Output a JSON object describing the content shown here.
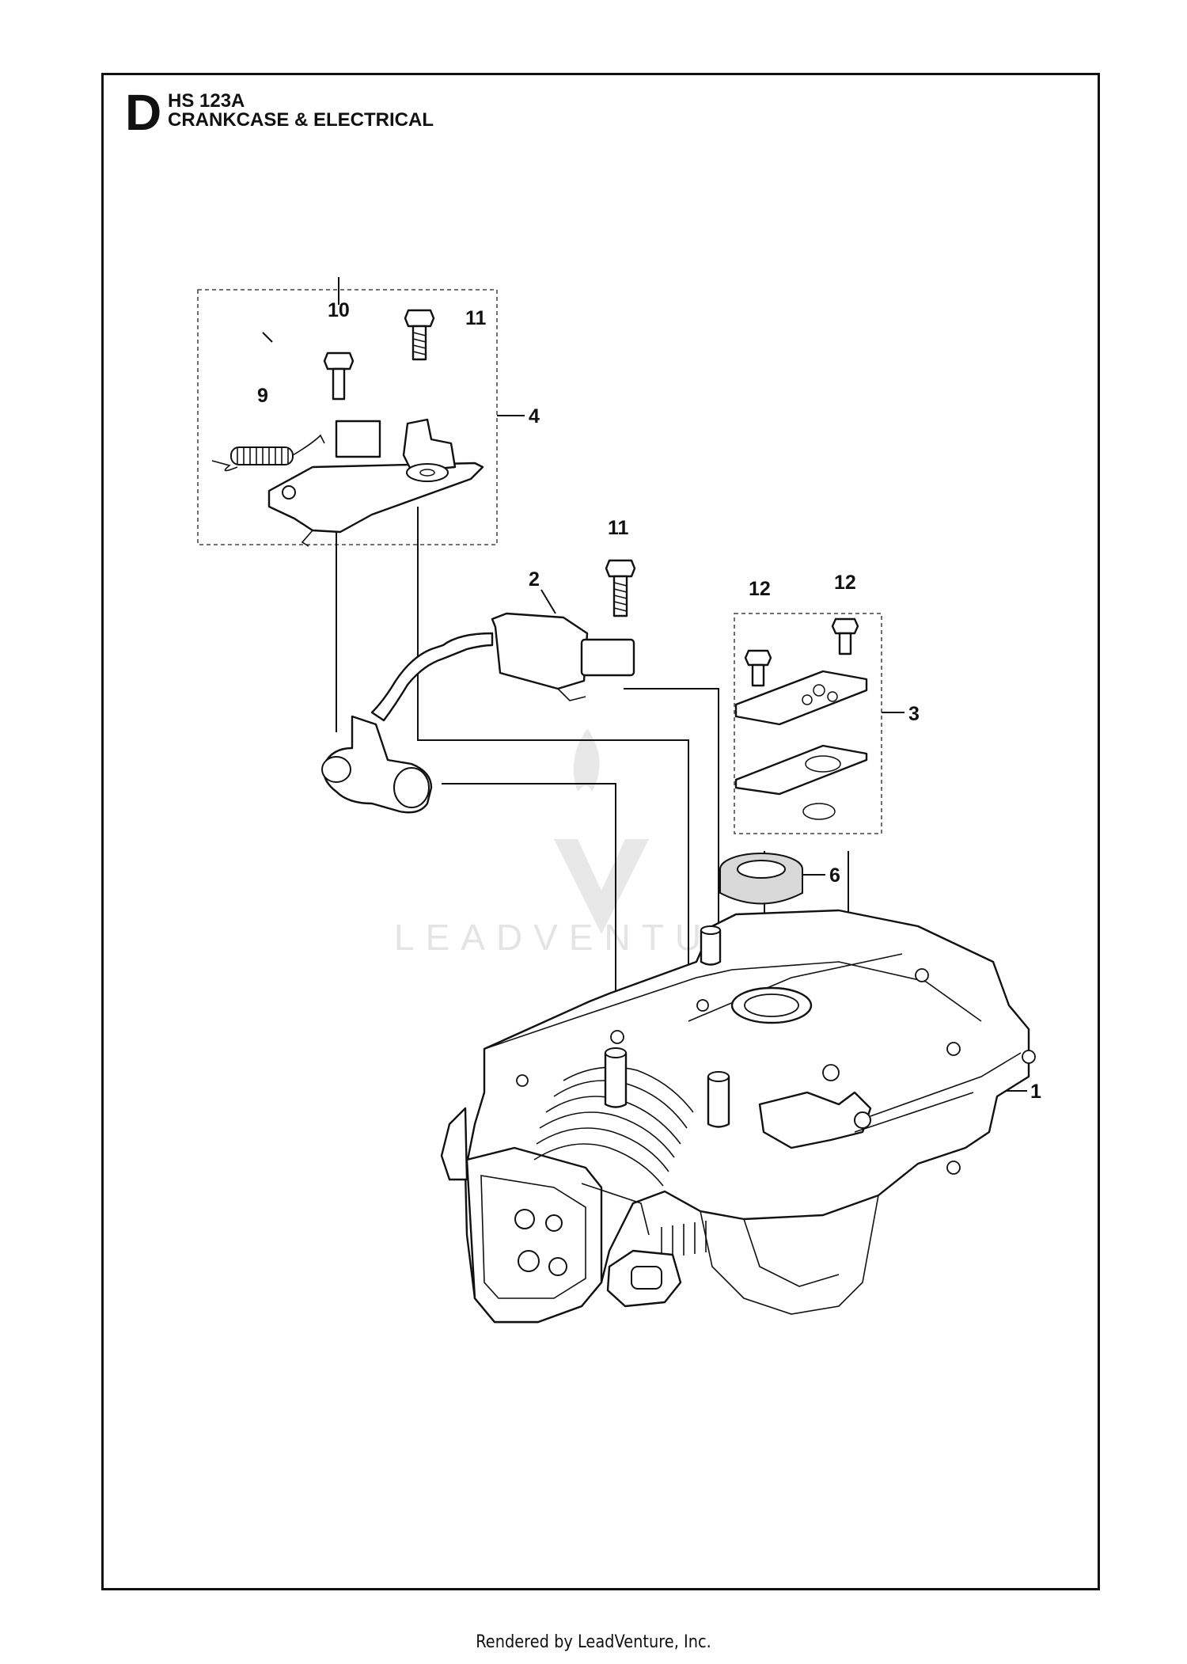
{
  "header": {
    "section_letter": "D",
    "model": "HS 123A",
    "title": "CRANKCASE & ELECTRICAL"
  },
  "callouts": [
    "10",
    "11",
    "9",
    "4",
    "11",
    "2",
    "12",
    "12",
    "3",
    "6",
    "1"
  ],
  "watermark": "LEADVENTURE",
  "footer": "Rendered by LeadVenture, Inc."
}
